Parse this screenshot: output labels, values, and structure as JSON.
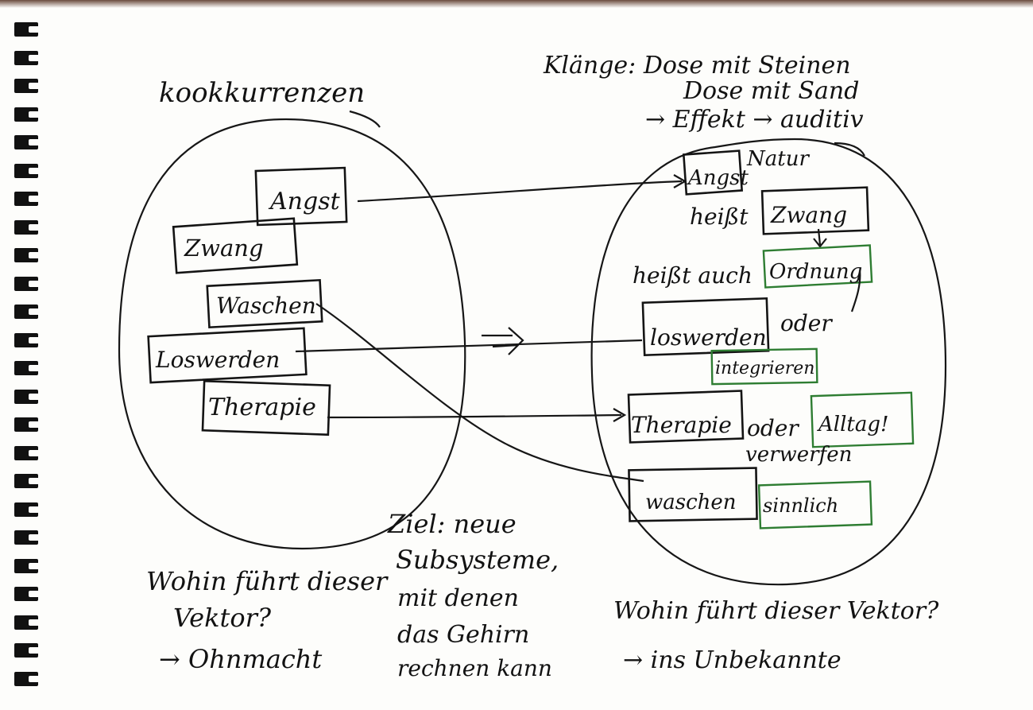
{
  "left": {
    "title": "kookkurrenzen",
    "words": [
      "Angst",
      "Zwang",
      "Waschen",
      "Loswerden",
      "Therapie"
    ],
    "question": [
      "Wohin führt dieser",
      "Vektor?"
    ],
    "answer": "→ Ohnmacht"
  },
  "middle": {
    "goal": [
      "Ziel: neue",
      "Subsysteme,",
      "mit denen",
      "das Gehirn",
      "rechnen kann"
    ]
  },
  "right": {
    "heading": [
      "Klänge: Dose mit Steinen",
      "Dose mit Sand",
      "→ Effekt → auditiv"
    ],
    "angst_box": "Angst",
    "angst_note": "Natur",
    "zwang_prefix": "heißt",
    "zwang_box": "Zwang",
    "ordnung_prefix": "heißt auch",
    "ordnung_box": "Ordnung",
    "loswerden_box": "loswerden",
    "loswerden_or": "oder",
    "integrieren_box": "integrieren",
    "therapie_box": "Therapie",
    "therapie_or": "oder",
    "alltag_box": "Alltag!",
    "verwerfen": "verwerfen",
    "waschen_box": "waschen",
    "sinnlich_box": "sinnlich",
    "question": "Wohin führt dieser Vektor?",
    "answer": "→ ins Unbekannte"
  },
  "colors": {
    "ink": "#121212",
    "green": "#2e7d32",
    "paper": "#fdfdfb"
  }
}
